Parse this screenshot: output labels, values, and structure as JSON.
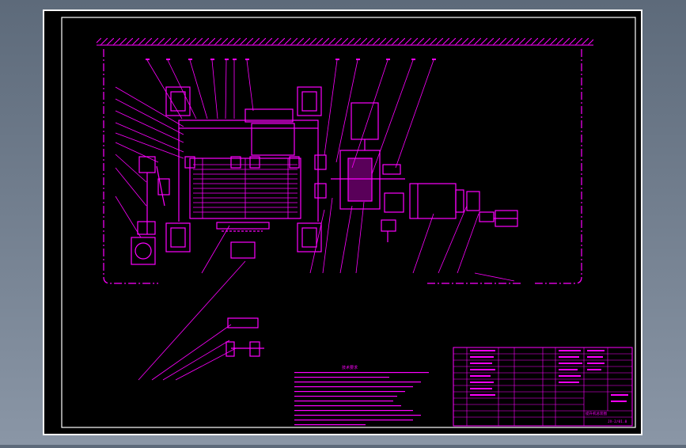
{
  "colors": {
    "background": "#000000",
    "viewport": "#6f7c8c",
    "line": "#ff00ff",
    "frame": "#ffffff"
  },
  "drawing": {
    "notes_heading": "技术要求",
    "title_block_name": "提升机总装图",
    "drawing_number": "JX-2/01.0"
  }
}
